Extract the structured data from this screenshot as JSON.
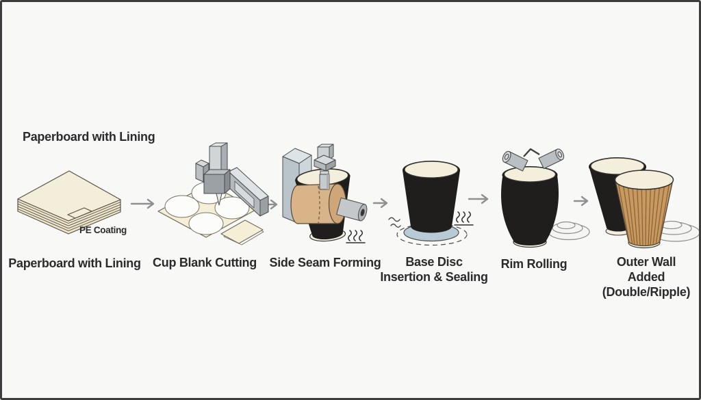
{
  "diagram": {
    "header_label": "Paperboard with Lining",
    "pe_coating_label": "PE Coating",
    "stages": [
      {
        "id": "paperboard",
        "illustration": "paperboard-stack",
        "caption": "Paperboard with Lining"
      },
      {
        "id": "cup-blank-cutting",
        "illustration": "cutting-machine-over-sheet-with-four-round-blanks",
        "caption": "Cup Blank Cutting"
      },
      {
        "id": "side-seam-forming",
        "illustration": "cup-on-mandrel-with-press-block-and-heat",
        "caption": "Side Seam Forming"
      },
      {
        "id": "base-disc",
        "illustration": "cup-over-blue-base-disc-with-heat",
        "caption": "Base Disc\nInsertion & Sealing"
      },
      {
        "id": "rim-rolling",
        "illustration": "cup-with-two-rollers-and-lid",
        "caption": "Rim Rolling"
      },
      {
        "id": "outer-wall",
        "illustration": "black-cup-ripple-cup-and-lid",
        "caption": "Outer Wall Added\n(Double/Ripple)"
      }
    ],
    "arrow_count": 5
  },
  "colors": {
    "background": "#f8f8f7",
    "frame_border": "#3d3d3d",
    "cup_black": "#201e1c",
    "paper_cream": "#f3eeda",
    "sleeve_tan": "#d9b488",
    "ripple_tan": "#c89a62",
    "base_disc_blue": "#b7cad5",
    "machine_gray": "#c7cdd0",
    "arrow_gray": "#8f8f8f",
    "text": "#2b2b2b"
  }
}
